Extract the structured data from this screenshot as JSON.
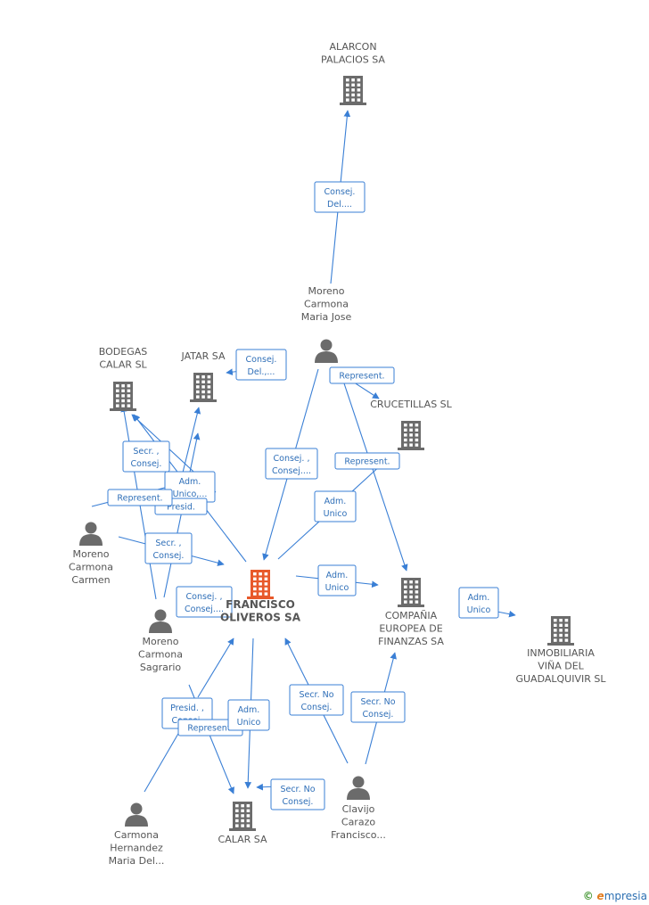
{
  "nodes": {
    "alarcon": {
      "type": "company",
      "label": [
        "ALARCON",
        "PALACIOS SA"
      ]
    },
    "moreno_mj": {
      "type": "person",
      "label": [
        "Moreno",
        "Carmona",
        "Maria Jose"
      ]
    },
    "bodegas": {
      "type": "company",
      "label": [
        "BODEGAS",
        "CALAR SL"
      ]
    },
    "jatar": {
      "type": "company",
      "label": [
        "JATAR SA"
      ]
    },
    "crucetillas": {
      "type": "company",
      "label": [
        "CRUCETILLAS SL"
      ]
    },
    "moreno_c": {
      "type": "person",
      "label": [
        "Moreno",
        "Carmona",
        "Carmen"
      ]
    },
    "francisco": {
      "type": "company",
      "center": true,
      "label": [
        "FRANCISCO",
        "OLIVEROS SA"
      ]
    },
    "compania": {
      "type": "company",
      "label": [
        "COMPAÑIA",
        "EUROPEA DE",
        "FINANZAS SA"
      ]
    },
    "inmobiliaria": {
      "type": "company",
      "label": [
        "INMOBILIARIA",
        "VIÑA DEL",
        "GUADALQUIVIR SL"
      ]
    },
    "moreno_s": {
      "type": "person",
      "label": [
        "Moreno",
        "Carmona",
        "Sagrario"
      ]
    },
    "carmona_h": {
      "type": "person",
      "label": [
        "Carmona",
        "Hernandez",
        "Maria Del..."
      ]
    },
    "calar": {
      "type": "company",
      "label": [
        "CALAR SA"
      ]
    },
    "clavijo": {
      "type": "person",
      "label": [
        "Clavijo",
        "Carazo",
        "Francisco..."
      ]
    }
  },
  "edges": [
    {
      "label": [
        "Consej.",
        "Del...."
      ]
    },
    {
      "label": [
        "Consej.",
        "Del.,..."
      ]
    },
    {
      "label": [
        "Represent."
      ]
    },
    {
      "label": [
        "Consej. ,",
        "Consej...."
      ]
    },
    {
      "label": [
        "Represent."
      ]
    },
    {
      "label": [
        "Adm.",
        "Unico"
      ]
    },
    {
      "label": [
        "Secr. ,",
        "Consej."
      ]
    },
    {
      "label": [
        "Adm.",
        "Unico,..."
      ]
    },
    {
      "label": [
        "Presid."
      ]
    },
    {
      "label": [
        "Represent."
      ]
    },
    {
      "label": [
        "Secr. ,",
        "Consej."
      ]
    },
    {
      "label": [
        "Consej. ,",
        "Consej...."
      ]
    },
    {
      "label": [
        "Adm.",
        "Unico"
      ]
    },
    {
      "label": [
        "Adm.",
        "Unico"
      ]
    },
    {
      "label": [
        "Presid. ,",
        "Consej."
      ]
    },
    {
      "label": [
        "Represent."
      ]
    },
    {
      "label": [
        "Adm.",
        "Unico"
      ]
    },
    {
      "label": [
        "Secr. No",
        "Consej."
      ]
    },
    {
      "label": [
        "Secr. No",
        "Consej."
      ]
    },
    {
      "label": [
        "Secr. No",
        "Consej."
      ]
    }
  ],
  "colors": {
    "edge": "#3a7fd5",
    "node_icon": "#6b6b6b",
    "center_icon": "#e8592a"
  },
  "footer": {
    "copyright": "©",
    "brand_initial": "e",
    "brand_rest": "mpresia"
  }
}
